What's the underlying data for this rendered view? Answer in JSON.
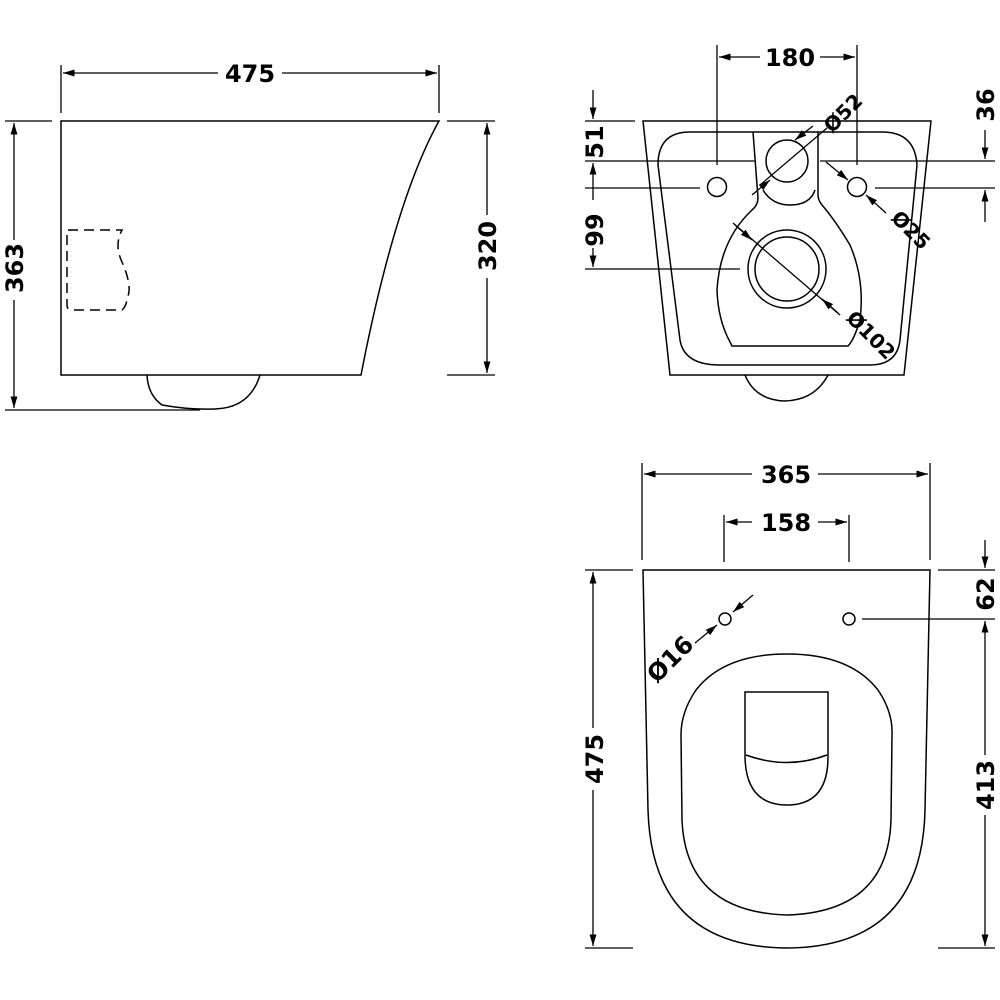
{
  "colors": {
    "line": "#000000",
    "background": "#ffffff"
  },
  "side_view": {
    "dimensions": {
      "overall_depth": "475",
      "overall_height": "363",
      "wall_height": "320"
    }
  },
  "rear_view": {
    "dimensions": {
      "fixing_centres": "180",
      "top_to_fixing_left": "51",
      "fixing_to_waste_left": "99",
      "top_offset_right": "36",
      "inlet_diameter": "Ø52",
      "fixing_hole_diameter": "Ø25",
      "waste_diameter": "Ø102"
    }
  },
  "top_view": {
    "dimensions": {
      "overall_width": "365",
      "seat_fixing_centres": "158",
      "overall_length": "475",
      "wall_to_seat_fixing": "62",
      "seat_fixing_to_front": "413",
      "seat_hole_diameter": "Ø16"
    }
  }
}
